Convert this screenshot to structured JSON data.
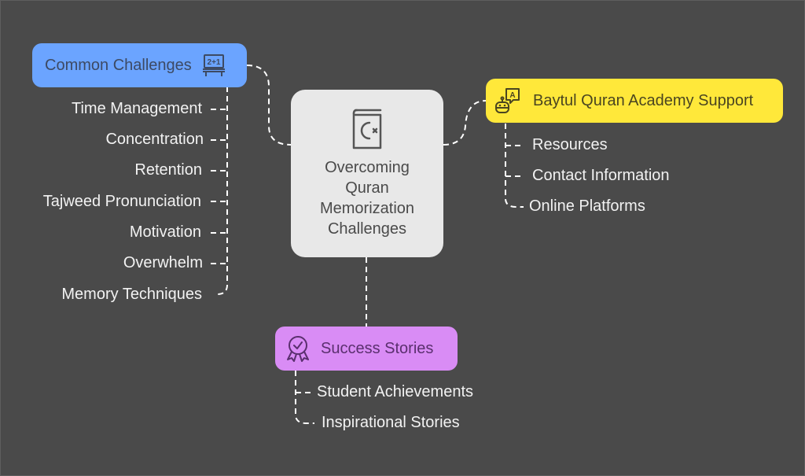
{
  "diagram": {
    "center": {
      "title_lines": [
        "Overcoming",
        "Quran",
        "Memorization",
        "Challenges"
      ],
      "icon": "quran-book-crescent-icon",
      "color": "#e8e8e8"
    },
    "branches": [
      {
        "id": "common-challenges",
        "label": "Common Challenges",
        "icon": "chalkboard-math-icon",
        "color": "#6ba4ff",
        "items": [
          "Time Management",
          "Concentration",
          "Retention",
          "Tajweed Pronunciation",
          "Motivation",
          "Overwhelm",
          "Memory Techniques"
        ]
      },
      {
        "id": "academy-support",
        "label": "Baytul Quran Academy Support",
        "icon": "chatbot-support-icon",
        "color": "#ffe83a",
        "items": [
          "Resources",
          "Contact Information",
          "Online Platforms"
        ]
      },
      {
        "id": "success-stories",
        "label": "Success Stories",
        "icon": "award-badge-icon",
        "color": "#d98cf5",
        "items": [
          "Student Achievements",
          "Inspirational Stories"
        ]
      }
    ]
  }
}
